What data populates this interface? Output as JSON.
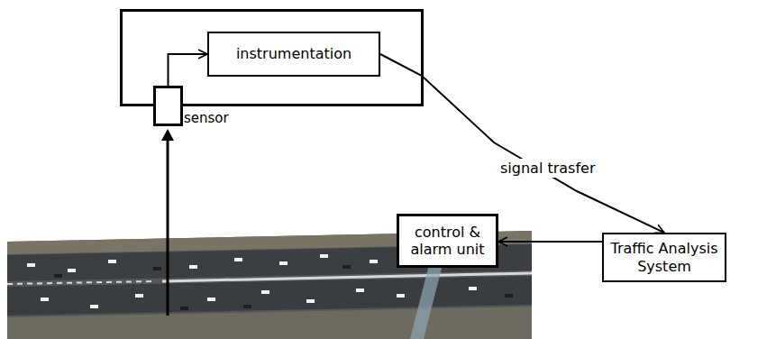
{
  "diagram": {
    "nodes": [
      {
        "text": [
          "instrumentation"
        ]
      },
      {
        "text": [
          "sensor"
        ]
      },
      {
        "text": [
          "control & alarm unit"
        ]
      },
      {
        "text": [
          "Traffic Analysis System"
        ]
      }
    ],
    "edges": [
      {
        "from": 1,
        "to": 0,
        "arrow": "to"
      },
      {
        "from": 0,
        "to": 3,
        "arrow": "to",
        "label": "signal trasfer"
      },
      {
        "from": 3,
        "to": 2,
        "arrow": "to"
      }
    ]
  }
}
